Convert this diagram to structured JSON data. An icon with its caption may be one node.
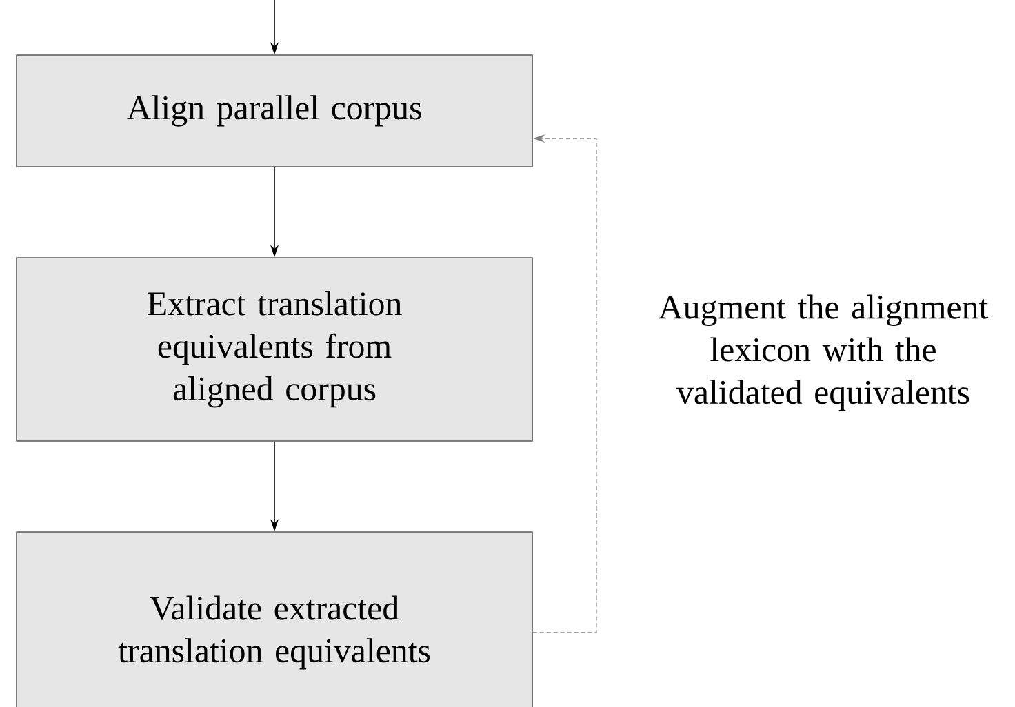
{
  "diagram": {
    "nodes": [
      {
        "text": [
          "Align parallel corpus"
        ]
      },
      {
        "text": [
          "Extract translation equivalents from aligned corpus"
        ]
      },
      {
        "text": [
          "Validate extracted translation equivalents"
        ]
      }
    ],
    "edges": [
      {
        "from": null,
        "to": 0,
        "arrow": "to"
      },
      {
        "from": 0,
        "to": 1,
        "arrow": "to"
      },
      {
        "from": 1,
        "to": 2,
        "arrow": "to"
      },
      {
        "from": 2,
        "to": 0,
        "arrow": "to",
        "style": "dashed",
        "color": "#808080",
        "label": "Augment the alignment lexicon with the validated equivalents"
      }
    ]
  }
}
